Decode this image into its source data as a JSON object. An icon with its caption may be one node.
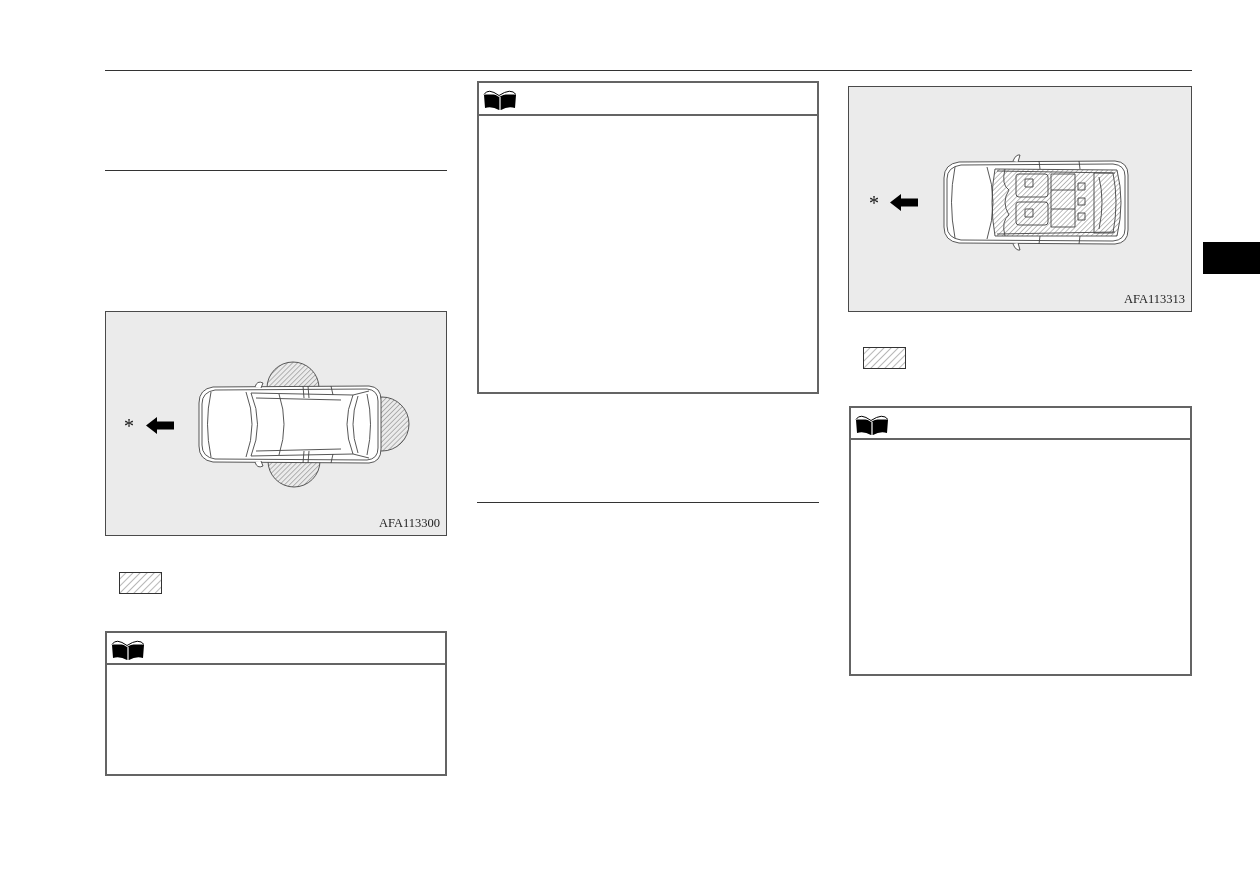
{
  "diagram": {
    "nodes": [
      {
        "text": [
          "*",
          "AFA113300"
        ]
      },
      {
        "text": [],
        "shape": "box"
      },
      {
        "text": [],
        "shape": "box"
      },
      {
        "text": [
          "*",
          "AFA113313"
        ]
      },
      {
        "text": [],
        "shape": "box"
      }
    ]
  }
}
